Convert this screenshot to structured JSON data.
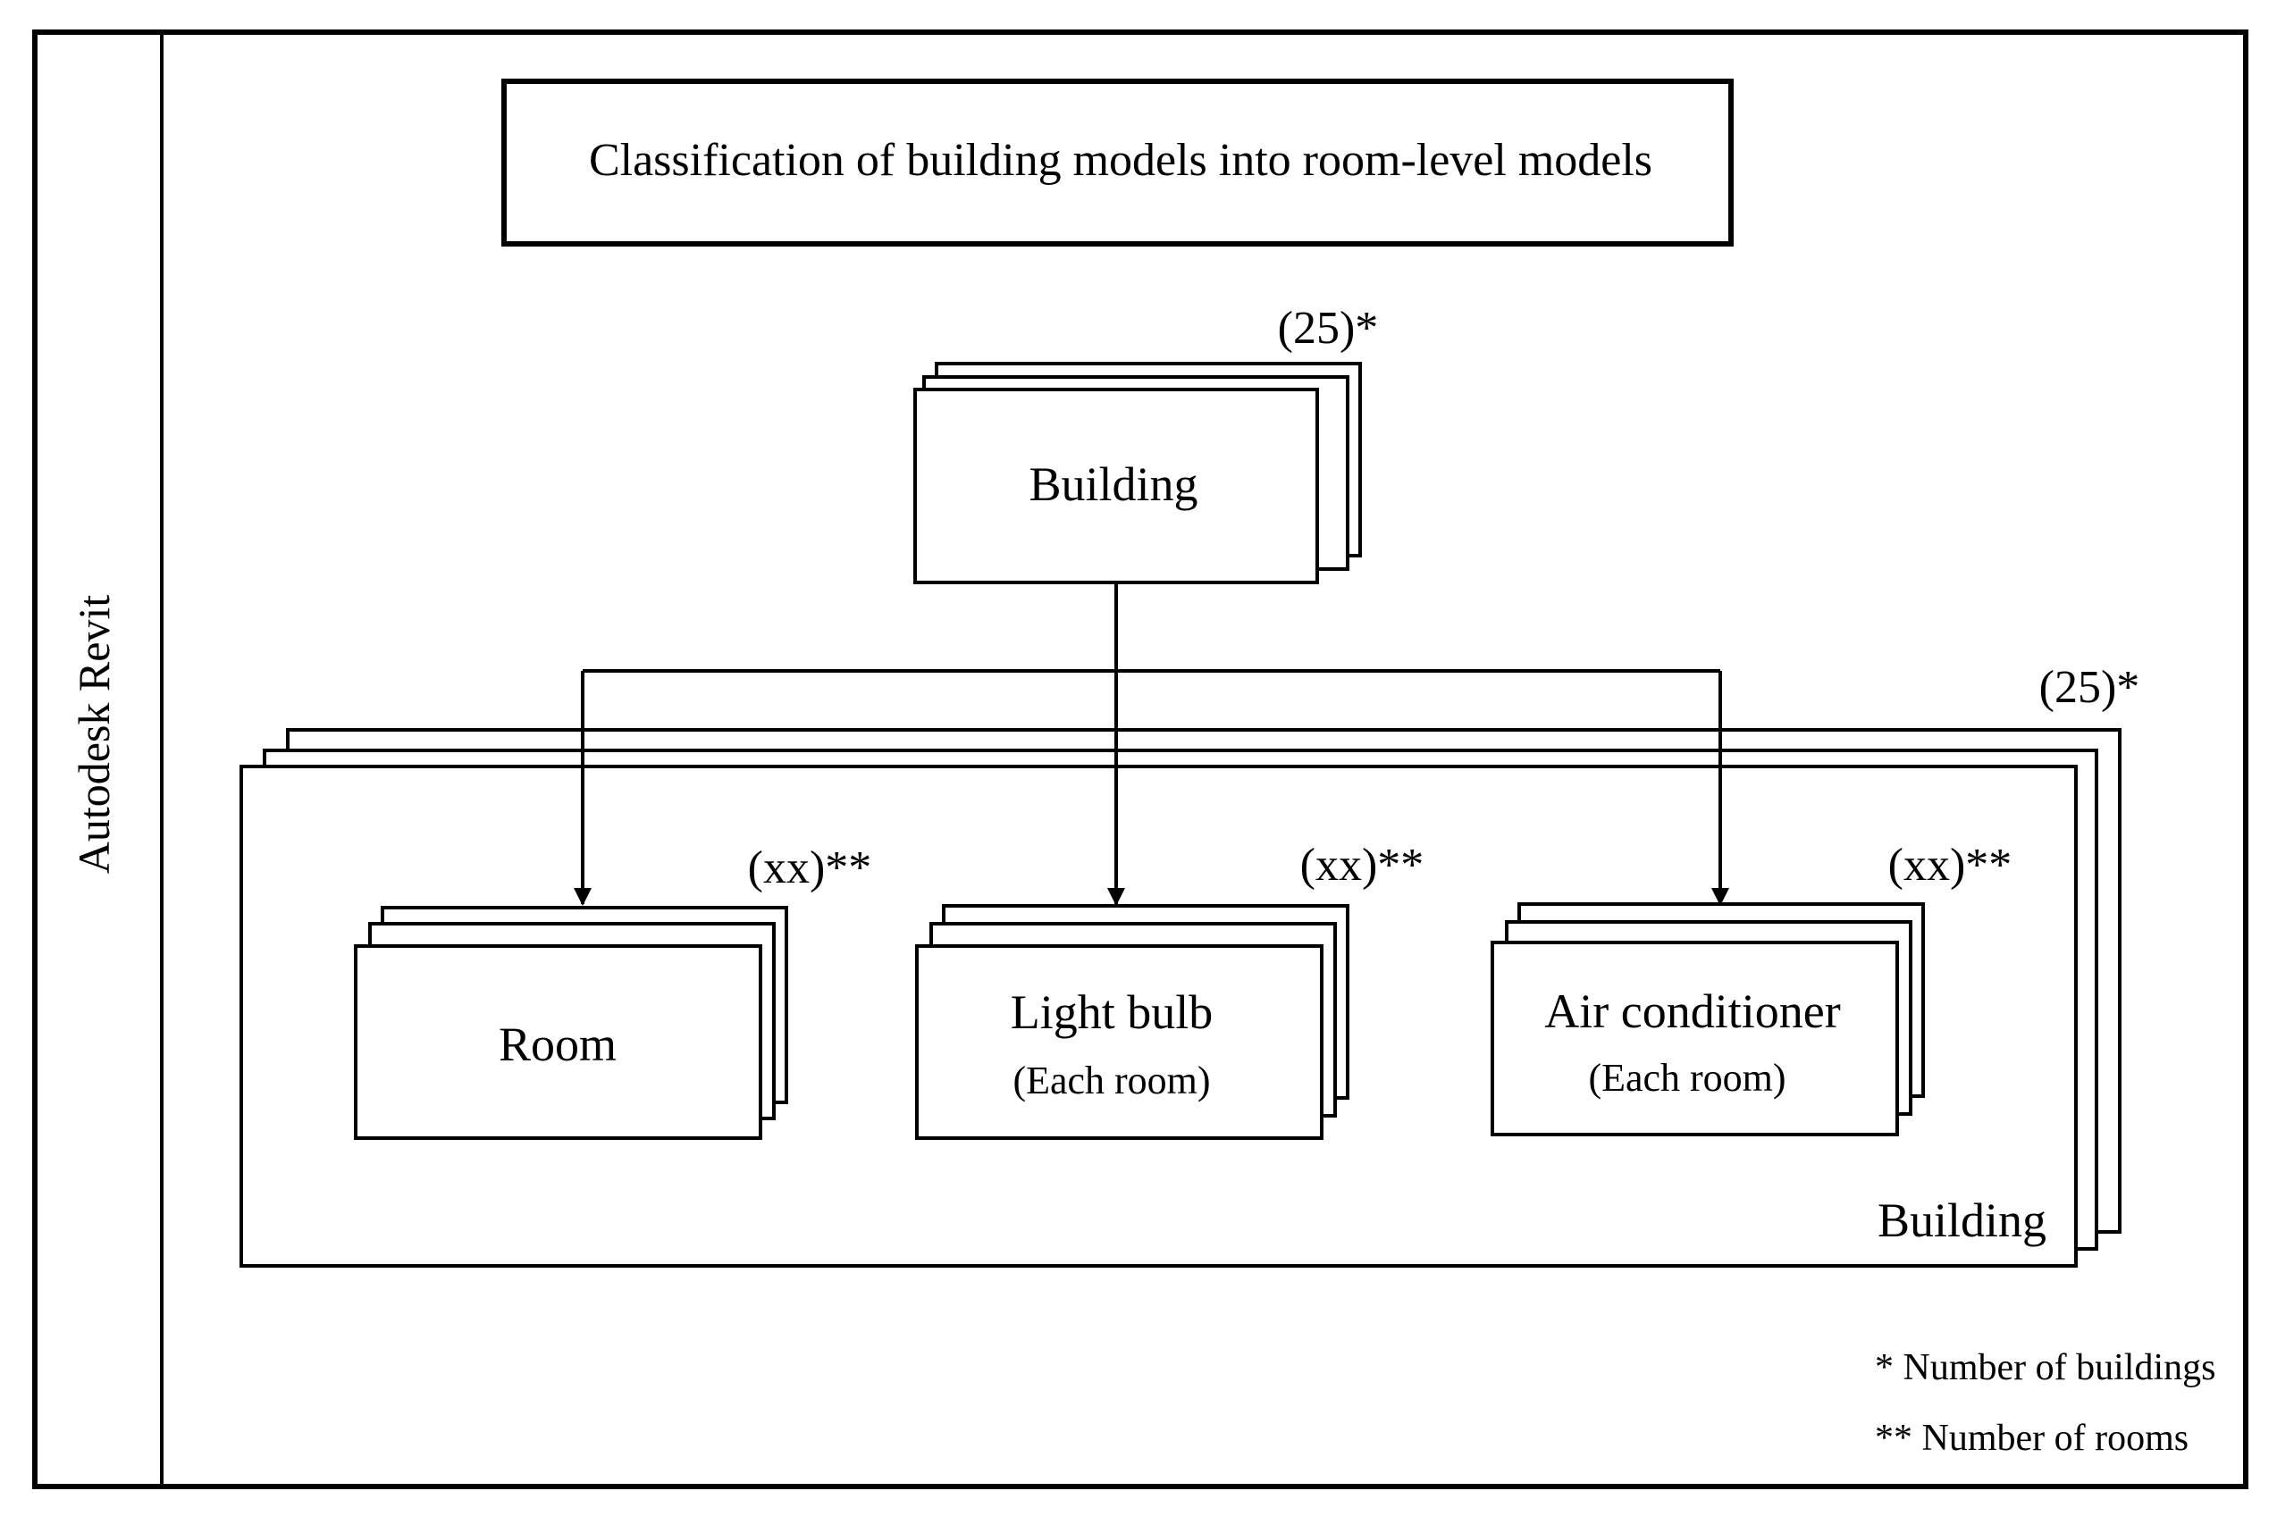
{
  "side_label": "Autodesk Revit",
  "title": "Classification of building models into room-level models",
  "top_node": {
    "label": "Building",
    "count": "(25)*"
  },
  "container": {
    "label": "Building",
    "count": "(25)*"
  },
  "children": [
    {
      "label": "Room",
      "sublabel": "",
      "count": "(xx)**"
    },
    {
      "label": "Light bulb",
      "sublabel": "(Each room)",
      "count": "(xx)**"
    },
    {
      "label": "Air conditioner",
      "sublabel": "(Each room)",
      "count": "(xx)**"
    }
  ],
  "legend": {
    "single_star": "* Number of buildings",
    "double_star": "** Number of rooms"
  },
  "colors": {
    "stroke": "#000000",
    "fill": "#ffffff"
  }
}
